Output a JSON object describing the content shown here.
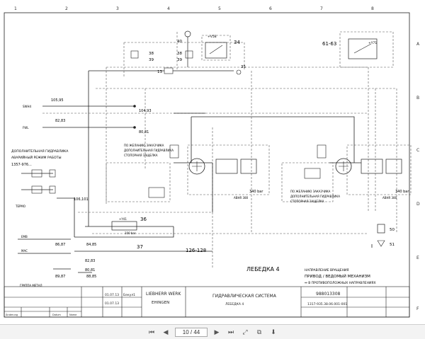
{
  "grid": {
    "cols": [
      "1",
      "2",
      "3",
      "4",
      "5",
      "6",
      "7",
      "8"
    ],
    "rows": [
      "A",
      "B",
      "C",
      "D",
      "E",
      "F"
    ]
  },
  "labels": {
    "n40": "40",
    "n38a": "38",
    "n39a": "39",
    "n38b": "38",
    "n39b": "39",
    "n13": "13",
    "v58": "+V58",
    "n34": "34",
    "n35": "35",
    "n6163": "61-63",
    "y71": "+Y71",
    "n10595": "105,95",
    "n10493": "104,93",
    "n8283": "82,83",
    "n8081": "80,81",
    "sig1": "SWH4",
    "sig2": "FWL",
    "extra1": "ДОПОЛНИТЕЛЬНАЯ ГИДРАВЛИКА",
    "extra2": "АВАРИЙНЫЙ РЕЖИМ РАБОТЫ",
    "extra3": "1357-976...",
    "turbo": "ТЕРМО",
    "n106101": "106,101",
    "brake1": "ПО ЖЕЛАНИЮ ЗАКАЗЧИКА",
    "brake2": "ДОПОЛНИТЕЛЬНАЯ ГИДРАВЛИКА",
    "brake3": "СТОПОРНАЯ ЗАЩЕЛКА",
    "brake1b": "ПО ЖЕЛАНИЮ ЗАКАЗЧИКА",
    "brake2b": "ДОПОЛНИТЕЛЬНАЯ ГИДРАВЛИКА",
    "brake3b": "СТОПОРНАЯ ЗАЩЕЛКА",
    "bar340a": "340 bar",
    "bar340b": "340 bar",
    "abr1": "ABHR 380",
    "abr2": "ABHR 380",
    "n36": "36",
    "v41": "+Y41",
    "bar100": "100 bar",
    "n37": "37",
    "n126128": "126-128",
    "n50": "50",
    "n51": "51",
    "emb": "EMB",
    "mac": "MAC",
    "n8687": "86,87",
    "n8485": "84,85",
    "n8283b": "82,83",
    "n8081b": "80,81",
    "n8987": "89,87",
    "n8885": "88,85",
    "trim": "ГРУППА МЕТАЛ",
    "winch": "ЛЕБЕДКА 4",
    "dir1": "НАПРАВЛЕНИЕ ВРАЩЕНИЯ",
    "dir2": "ПРИВОД / ВЕДОМЫЙ МЕХАНИЗМ",
    "dir3": "⇔ В ПРОТИВОПОЛОЖНЫХ НАПРАВЛЕНИЯХ"
  },
  "title_block": {
    "d1": "01.07.13",
    "d2": "01.07.13",
    "n1": "Бекул1",
    "company1": "LIEBHERR WERK",
    "company2": "EHINGEN",
    "title": "ГИДРАВЛИЧЕСКАЯ СИСТЕМА",
    "subtitle": "ЛЕБЕДКА 4",
    "docno": "988013308",
    "docno2": "1317-935.38.06.001-001",
    "rev1": "Änderung",
    "rev2": "Datum",
    "rev3": "Name"
  },
  "toolbar": {
    "page_value": "10 / 44"
  }
}
